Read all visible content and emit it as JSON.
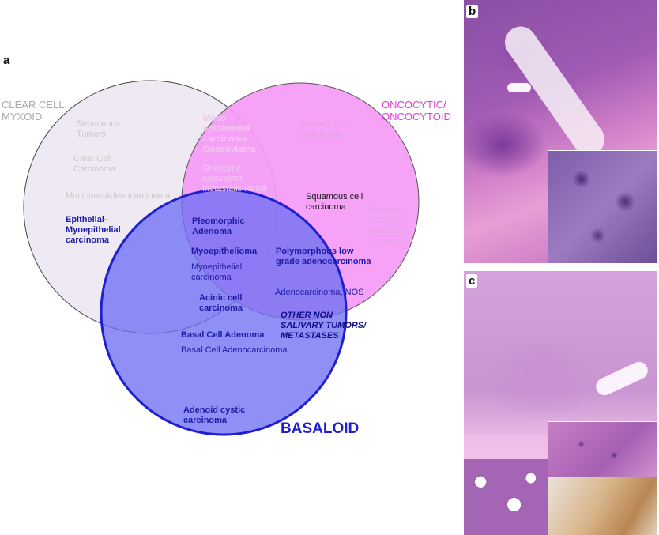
{
  "panels": {
    "a": "a",
    "b": "b",
    "c": "c"
  },
  "groups": {
    "clear_cell": "CLEAR CELL,\nMYXOID",
    "oncocytic": "ONCOCYTIC/\nONCOCYTOID",
    "basaloid": "BASALOID"
  },
  "tumors": {
    "sebaceous": "Sebaceous\nTumors",
    "clear_cell_carcinoma": "Clear Cell\nCarcinoma",
    "mucinous": "Mucinous Adenocarcinoma",
    "epithelial_myoepithelial": "Epithelial-\nMyoepithelial\ncarcinoma",
    "mucoepidermoid": "Muco-\nepidermoid\ncarcinoma\nOncocytoma",
    "oncocytic_carcinoma": "Oncocytic\ncarcinoma\nMetastatic Renal",
    "salivary_duct": "Salivary Duct\ncarcinoma",
    "squamous": "Squamous cell\ncarcinoma",
    "masc": "Mammary\nAnalogue\nSecretory\nCarcinoma",
    "pleomorphic": "Pleomorphic\nAdenoma",
    "myoepithelioma": "Myoepithelioma",
    "myoepithelial_carcinoma": "Myoepithelial\ncarcinoma",
    "polymorphous": "Polymorphous low\ngrade adenocarcinoma",
    "adenocarcinoma_nos": "Adenocarcinoma, NOS",
    "acinic": "Acinic cell\ncarcinoma",
    "other_non_salivary": "OTHER NON\nSALIVARY TUMORS/\nMETASTASES",
    "basal_cell_adenoma": "Basal Cell Adenoma",
    "basal_cell_adenocarcinoma": "Basal Cell Adenocarcinoma",
    "adenoid_cystic": "Adenoid cystic\ncarcinoma"
  },
  "colors": {
    "clear_cell_fill": "#efe9f3",
    "oncocytic_fill": "#f59af5",
    "basaloid_fill": "#6f6ff3",
    "basaloid_stroke": "#1e1ed2",
    "label_navy": "#1c1ca6",
    "he_pink": "#c77ec4",
    "he_purple": "#6a2f8d"
  }
}
